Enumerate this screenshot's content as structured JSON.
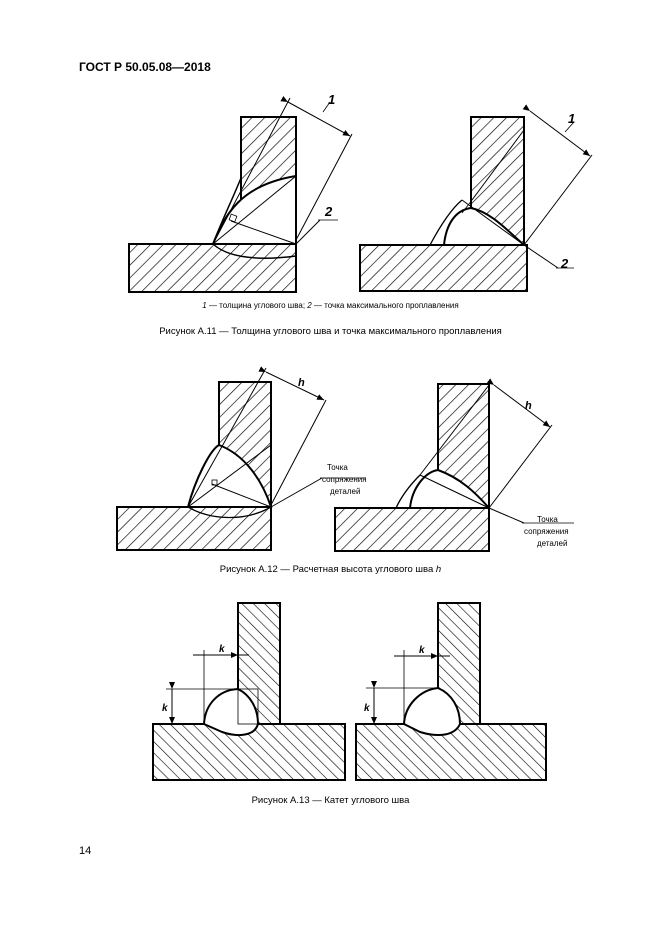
{
  "header": {
    "doc_code": "ГОСТ Р 50.05.08—2018"
  },
  "figure_a11": {
    "label_1": "1",
    "label_2": "2",
    "legend_num1": "1",
    "legend_text1": " — толщина углового шва; ",
    "legend_num2": "2",
    "legend_text2": " — точка максимального проплавления",
    "caption": "Рисунок А.11 — Толщина углового шва и точка максимального проплавления"
  },
  "figure_a12": {
    "h_label": "h",
    "callout_line1": "Точка",
    "callout_line2": "сопряжения",
    "callout_line3": "деталей",
    "caption_text": "Рисунок А.12 — Расчетная высота углового шва ",
    "caption_var": "h"
  },
  "figure_a13": {
    "k_label": "k",
    "caption": "Рисунок А.13 — Катет углового шва"
  },
  "footer": {
    "page_number": "14"
  }
}
